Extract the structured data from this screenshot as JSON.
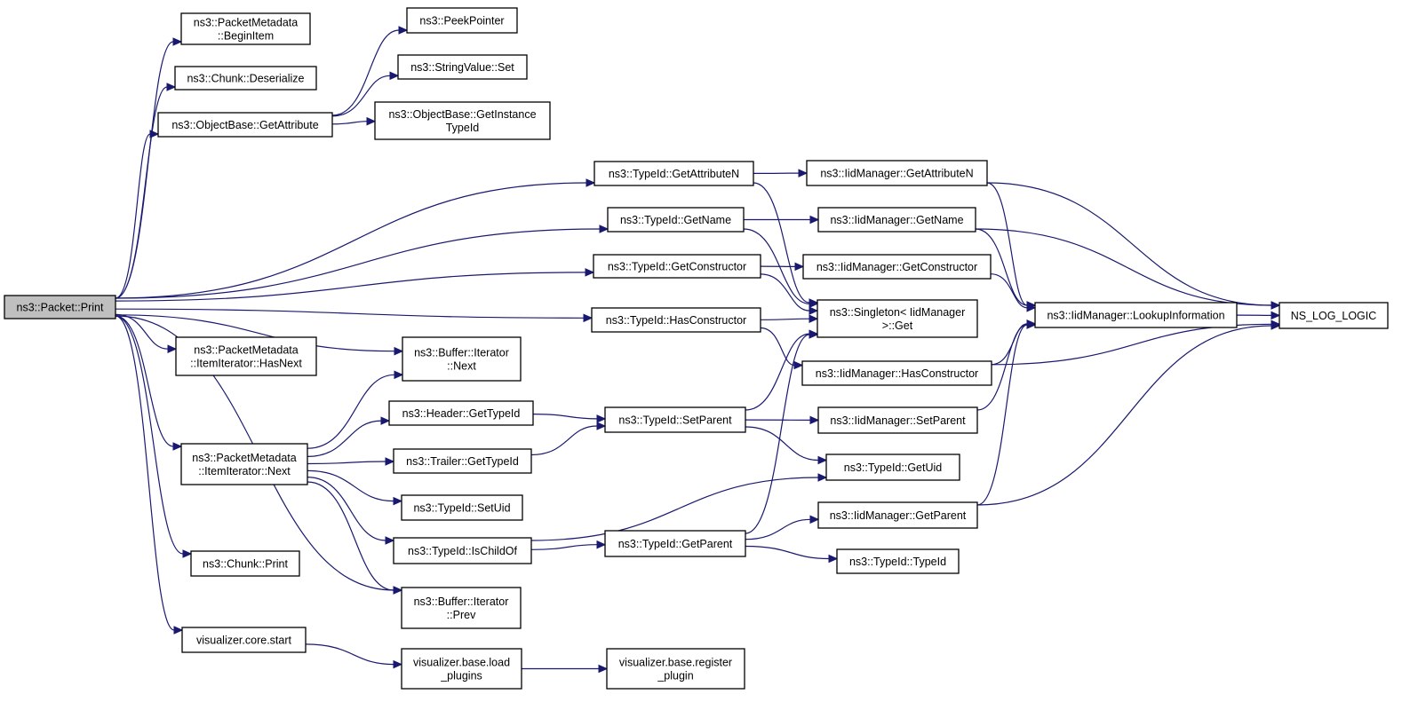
{
  "diagram": {
    "type": "call-graph",
    "nodes": [
      {
        "id": "print",
        "lines": [
          "ns3::Packet::Print"
        ],
        "root": true
      },
      {
        "id": "beginitem",
        "lines": [
          "ns3::PacketMetadata",
          "::BeginItem"
        ]
      },
      {
        "id": "chunk_deser",
        "lines": [
          "ns3::Chunk::Deserialize"
        ]
      },
      {
        "id": "getattr",
        "lines": [
          "ns3::ObjectBase::GetAttribute"
        ]
      },
      {
        "id": "peekptr",
        "lines": [
          "ns3::PeekPointer"
        ]
      },
      {
        "id": "strset",
        "lines": [
          "ns3::StringValue::Set"
        ]
      },
      {
        "id": "getinst",
        "lines": [
          "ns3::ObjectBase::GetInstance",
          "TypeId"
        ]
      },
      {
        "id": "tid_getattrn",
        "lines": [
          "ns3::TypeId::GetAttributeN"
        ]
      },
      {
        "id": "tid_getname",
        "lines": [
          "ns3::TypeId::GetName"
        ]
      },
      {
        "id": "tid_getctor",
        "lines": [
          "ns3::TypeId::GetConstructor"
        ]
      },
      {
        "id": "tid_hasctor",
        "lines": [
          "ns3::TypeId::HasConstructor"
        ]
      },
      {
        "id": "iid_getattrn",
        "lines": [
          "ns3::IidManager::GetAttributeN"
        ]
      },
      {
        "id": "iid_getname",
        "lines": [
          "ns3::IidManager::GetName"
        ]
      },
      {
        "id": "iid_getctor",
        "lines": [
          "ns3::IidManager::GetConstructor"
        ]
      },
      {
        "id": "singleton",
        "lines": [
          "ns3::Singleton< IidManager",
          ">::Get"
        ]
      },
      {
        "id": "iid_lookup",
        "lines": [
          "ns3::IidManager::LookupInformation"
        ]
      },
      {
        "id": "nslog",
        "lines": [
          "NS_LOG_LOGIC"
        ]
      },
      {
        "id": "iid_hasctor",
        "lines": [
          "ns3::IidManager::HasConstructor"
        ]
      },
      {
        "id": "itemit_hasnext",
        "lines": [
          "ns3::PacketMetadata",
          "::ItemIterator::HasNext"
        ]
      },
      {
        "id": "buf_next",
        "lines": [
          "ns3::Buffer::Iterator",
          "::Next"
        ]
      },
      {
        "id": "hdr_gettid",
        "lines": [
          "ns3::Header::GetTypeId"
        ]
      },
      {
        "id": "tid_setparent",
        "lines": [
          "ns3::TypeId::SetParent"
        ]
      },
      {
        "id": "iid_setparent",
        "lines": [
          "ns3::IidManager::SetParent"
        ]
      },
      {
        "id": "itemit_next",
        "lines": [
          "ns3::PacketMetadata",
          "::ItemIterator::Next"
        ]
      },
      {
        "id": "trl_gettid",
        "lines": [
          "ns3::Trailer::GetTypeId"
        ]
      },
      {
        "id": "tid_getuid",
        "lines": [
          "ns3::TypeId::GetUid"
        ]
      },
      {
        "id": "tid_setuid",
        "lines": [
          "ns3::TypeId::SetUid"
        ]
      },
      {
        "id": "tid_ischildof",
        "lines": [
          "ns3::TypeId::IsChildOf"
        ]
      },
      {
        "id": "tid_getparent",
        "lines": [
          "ns3::TypeId::GetParent"
        ]
      },
      {
        "id": "iid_getparent",
        "lines": [
          "ns3::IidManager::GetParent"
        ]
      },
      {
        "id": "tid_typeid",
        "lines": [
          "ns3::TypeId::TypeId"
        ]
      },
      {
        "id": "chunk_print",
        "lines": [
          "ns3::Chunk::Print"
        ]
      },
      {
        "id": "buf_prev",
        "lines": [
          "ns3::Buffer::Iterator",
          "::Prev"
        ]
      },
      {
        "id": "viz_start",
        "lines": [
          "visualizer.core.start"
        ]
      },
      {
        "id": "viz_load",
        "lines": [
          "visualizer.base.load",
          "_plugins"
        ]
      },
      {
        "id": "viz_register",
        "lines": [
          "visualizer.base.register",
          "_plugin"
        ]
      }
    ],
    "edges": [
      [
        "print",
        "beginitem"
      ],
      [
        "print",
        "chunk_deser"
      ],
      [
        "print",
        "getattr"
      ],
      [
        "getattr",
        "peekptr"
      ],
      [
        "getattr",
        "strset"
      ],
      [
        "getattr",
        "getinst"
      ],
      [
        "print",
        "tid_getattrn"
      ],
      [
        "tid_getattrn",
        "iid_getattrn"
      ],
      [
        "tid_getattrn",
        "singleton"
      ],
      [
        "iid_getattrn",
        "iid_lookup"
      ],
      [
        "iid_getattrn",
        "nslog"
      ],
      [
        "print",
        "tid_getname"
      ],
      [
        "tid_getname",
        "iid_getname"
      ],
      [
        "tid_getname",
        "singleton"
      ],
      [
        "iid_getname",
        "iid_lookup"
      ],
      [
        "iid_getname",
        "nslog"
      ],
      [
        "print",
        "tid_getctor"
      ],
      [
        "tid_getctor",
        "iid_getctor"
      ],
      [
        "tid_getctor",
        "singleton"
      ],
      [
        "iid_getctor",
        "iid_lookup"
      ],
      [
        "print",
        "tid_hasctor"
      ],
      [
        "tid_hasctor",
        "singleton"
      ],
      [
        "tid_hasctor",
        "iid_hasctor"
      ],
      [
        "iid_hasctor",
        "iid_lookup"
      ],
      [
        "iid_hasctor",
        "nslog"
      ],
      [
        "iid_lookup",
        "nslog"
      ],
      [
        "print",
        "itemit_hasnext"
      ],
      [
        "print",
        "buf_next"
      ],
      [
        "print",
        "itemit_next"
      ],
      [
        "itemit_next",
        "buf_next"
      ],
      [
        "itemit_next",
        "hdr_gettid"
      ],
      [
        "itemit_next",
        "trl_gettid"
      ],
      [
        "itemit_next",
        "tid_setuid"
      ],
      [
        "itemit_next",
        "tid_ischildof"
      ],
      [
        "itemit_next",
        "buf_prev"
      ],
      [
        "hdr_gettid",
        "tid_setparent"
      ],
      [
        "trl_gettid",
        "tid_setparent"
      ],
      [
        "tid_setparent",
        "singleton"
      ],
      [
        "tid_setparent",
        "iid_setparent"
      ],
      [
        "tid_setparent",
        "tid_getuid"
      ],
      [
        "iid_setparent",
        "iid_lookup"
      ],
      [
        "tid_ischildof",
        "tid_getuid"
      ],
      [
        "tid_ischildof",
        "tid_getparent"
      ],
      [
        "tid_getparent",
        "singleton"
      ],
      [
        "tid_getparent",
        "iid_getparent"
      ],
      [
        "tid_getparent",
        "tid_typeid"
      ],
      [
        "iid_getparent",
        "iid_lookup"
      ],
      [
        "iid_getparent",
        "nslog"
      ],
      [
        "print",
        "chunk_print"
      ],
      [
        "print",
        "buf_prev"
      ],
      [
        "print",
        "viz_start"
      ],
      [
        "viz_start",
        "viz_load"
      ],
      [
        "viz_load",
        "viz_register"
      ]
    ]
  }
}
